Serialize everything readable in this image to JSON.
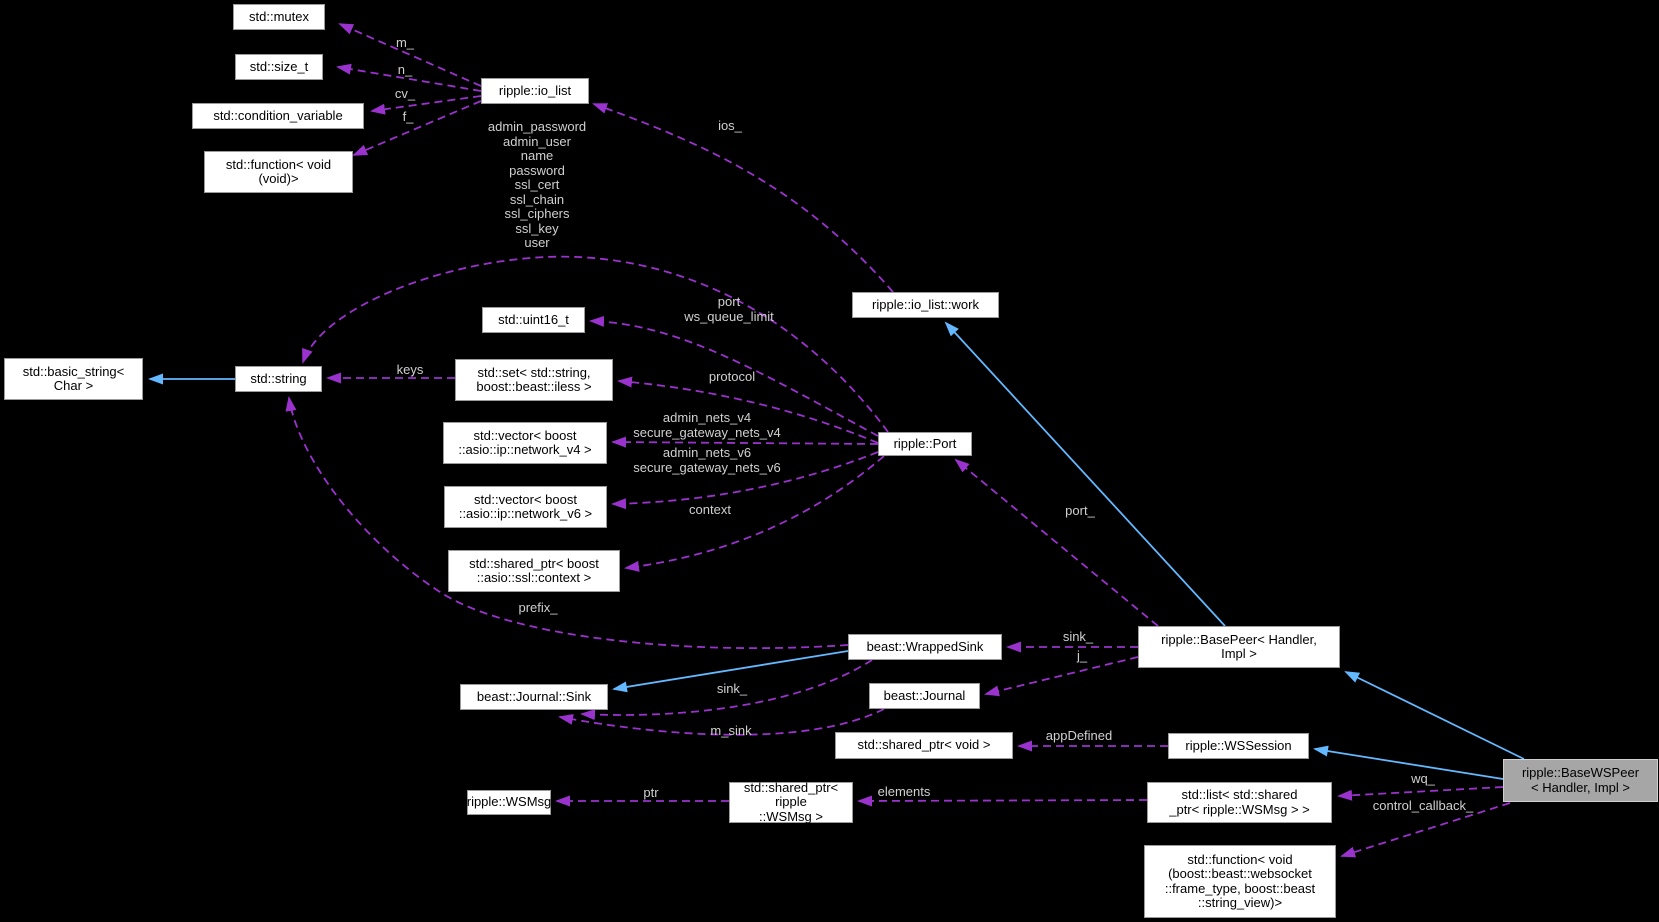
{
  "colors": {
    "background": "#000000",
    "node_fill": "#ffffff",
    "node_border": "#9b9b9b",
    "node_text": "#000000",
    "highlight_node_fill": "#a6a6a6",
    "usage_edge": "#9a32cd",
    "inheritance_edge": "#63b8ff",
    "edge_label_text": "#d0d0d0"
  },
  "nodes": [
    {
      "name": "std-mutex",
      "label": "std::mutex"
    },
    {
      "name": "std-size-t",
      "label": "std::size_t"
    },
    {
      "name": "std-condition-variable",
      "label": "std::condition_variable"
    },
    {
      "name": "std-function-void",
      "label": "std::function< void\n(void)>"
    },
    {
      "name": "ripple-io-list",
      "label": "ripple::io_list"
    },
    {
      "name": "ripple-io-list-work",
      "label": "ripple::io_list::work"
    },
    {
      "name": "std-uint16-t",
      "label": "std::uint16_t"
    },
    {
      "name": "std-set-string-iless",
      "label": "std::set< std::string,\nboost::beast::iless >"
    },
    {
      "name": "std-string",
      "label": "std::string"
    },
    {
      "name": "std-basic-string-char",
      "label": "std::basic_string<\nChar >"
    },
    {
      "name": "std-vector-network-v4",
      "label": "std::vector< boost\n::asio::ip::network_v4 >"
    },
    {
      "name": "std-vector-network-v6",
      "label": "std::vector< boost\n::asio::ip::network_v6 >"
    },
    {
      "name": "std-shared-ptr-ssl-context",
      "label": "std::shared_ptr< boost\n::asio::ssl::context >"
    },
    {
      "name": "ripple-port",
      "label": "ripple::Port"
    },
    {
      "name": "beast-wrappedsink",
      "label": "beast::WrappedSink"
    },
    {
      "name": "beast-journal-sink",
      "label": "beast::Journal::Sink"
    },
    {
      "name": "ripple-basepeer",
      "label": "ripple::BasePeer< Handler,\nImpl >"
    },
    {
      "name": "beast-journal",
      "label": "beast::Journal"
    },
    {
      "name": "std-shared-ptr-void",
      "label": "std::shared_ptr< void >"
    },
    {
      "name": "ripple-wssession",
      "label": "ripple::WSSession"
    },
    {
      "name": "ripple-wsmsg",
      "label": "ripple::WSMsg"
    },
    {
      "name": "std-shared-ptr-wsmsg",
      "label": "std::shared_ptr< ripple\n::WSMsg >"
    },
    {
      "name": "std-list-shared-ptr-wsmsg",
      "label": "std::list< std::shared\n_ptr< ripple::WSMsg > >"
    },
    {
      "name": "ripple-basewspeer",
      "label": "ripple::BaseWSPeer\n< Handler, Impl >"
    },
    {
      "name": "std-function-frame-type",
      "label": "std::function< void\n(boost::beast::websocket\n::frame_type, boost::beast\n::string_view)>"
    }
  ],
  "edge_labels": [
    {
      "name": "m",
      "text": "m_"
    },
    {
      "name": "n",
      "text": "n_"
    },
    {
      "name": "cv",
      "text": "cv_"
    },
    {
      "name": "f",
      "text": "f_"
    },
    {
      "name": "ios",
      "text": "ios_"
    },
    {
      "name": "port-strings",
      "text": "admin_password\nadmin_user\nname\npassword\nssl_cert\nssl_chain\nssl_ciphers\nssl_key\nuser"
    },
    {
      "name": "port-ws-queue-limit",
      "text": "port\nws_queue_limit"
    },
    {
      "name": "keys",
      "text": "keys"
    },
    {
      "name": "protocol",
      "text": "protocol"
    },
    {
      "name": "nets-v4",
      "text": "admin_nets_v4\nsecure_gateway_nets_v4"
    },
    {
      "name": "nets-v6",
      "text": "admin_nets_v6\nsecure_gateway_nets_v6"
    },
    {
      "name": "context",
      "text": "context"
    },
    {
      "name": "prefix",
      "text": "prefix_"
    },
    {
      "name": "sink-basepeer",
      "text": "sink_"
    },
    {
      "name": "j",
      "text": "j_"
    },
    {
      "name": "port-member",
      "text": "port_"
    },
    {
      "name": "sink-wrappedsink",
      "text": "sink_"
    },
    {
      "name": "m-sink",
      "text": "m_sink"
    },
    {
      "name": "appdefined",
      "text": "appDefined"
    },
    {
      "name": "elements",
      "text": "elements"
    },
    {
      "name": "ptr",
      "text": "ptr"
    },
    {
      "name": "wq",
      "text": "wq_"
    },
    {
      "name": "control-callback",
      "text": "control_callback_"
    }
  ]
}
